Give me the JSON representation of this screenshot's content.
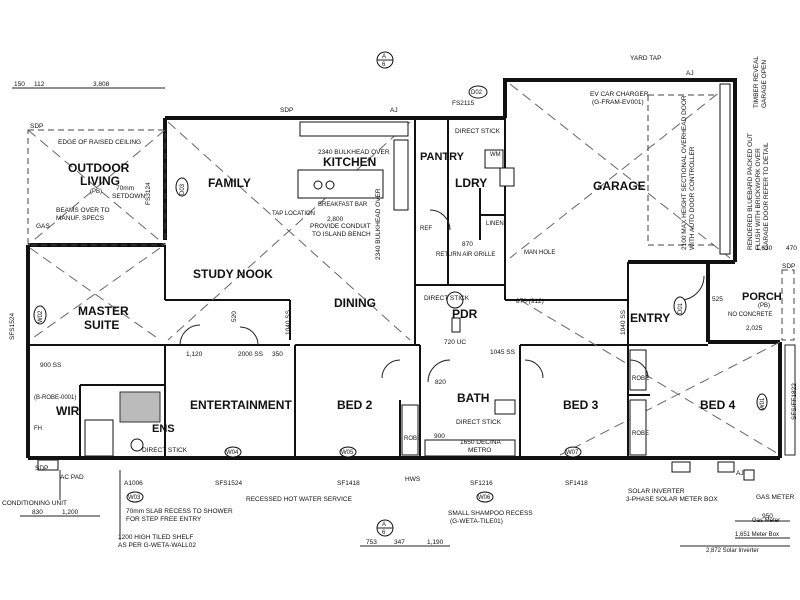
{
  "rooms": {
    "outdoor_living": "OUTDOOR",
    "outdoor_living2": "LIVING",
    "outdoor_pb": "(PB)",
    "family": "FAMILY",
    "kitchen": "KITCHEN",
    "ldry": "LDRY",
    "garage": "GARAGE",
    "study_nook": "STUDY NOOK",
    "dining": "DINING",
    "master_suite": "MASTER",
    "master_suite2": "SUITE",
    "entertainment": "ENTERTAINMENT",
    "bed2": "BED 2",
    "bath": "BATH",
    "bed3": "BED 3",
    "bed4": "BED 4",
    "wir": "WIR",
    "ens": "ENS",
    "pdr": "PDR",
    "entry": "ENTRY",
    "porch": "PORCH",
    "porch_pb": "(PB)",
    "pantry": "PANTRY",
    "linen": "LINEN",
    "robe": "ROBE",
    "ref": "REF",
    "wm": "WM"
  },
  "notes": {
    "yard_tap": "YARD TAP",
    "ev_charger": "EV CAR CHARGER",
    "ev_charger_code": "(G-FRAM-EV001)",
    "bulkhead_kitchen": "2340 BULKHEAD OVER",
    "bulkhead_kitchen2": "KITCHEN",
    "edge_raised": "EDGE OF RAISED CEILING",
    "setdown": "70mm",
    "setdown2": "SETDOWN",
    "beams": "BEAMS OVER TO",
    "beams2": "MANUF. SPECS",
    "gas": "GAS",
    "direct_stick": "DIRECT STICK",
    "breakfast_bar": "BREAKFAST BAR",
    "tap_location": "TAP LOCATION",
    "conduit": "PROVIDE CONDUIT",
    "conduit2": "TO ISLAND BENCH",
    "bulkhead_dining": "2340 BULKHEAD OVER",
    "man_hole": "MAN HOLE",
    "return_air": "RETURN AIR GRILLE",
    "no_concrete": "NO CONCRETE",
    "garage_door": "2100 MAX HEIGHT SECTIONAL OVERHEAD DOOR",
    "garage_door2": "WITH AUTO DOOR CONTROLLER",
    "timber_reveal": "TIMBER REVEAL",
    "timber_reveal2": "GARAGE OPEN",
    "bluebars": "RENDERED BLUEBARD PACKED OUT",
    "bluebars2": "FLUSH WITH BRICKWORK OVER",
    "bluebars3": "GARAGE DOOR REFER TO DETAIL",
    "ac_pad": "AC PAD",
    "conditioning_unit": "CONDITIONING UNIT",
    "hws": "HWS",
    "slab_recess": "70mm SLAB RECESS TO SHOWER",
    "slab_recess2": "FOR STEP FREE ENTRY",
    "tiled_shelf": "1200 HIGH TILED SHELF",
    "tiled_shelf2": "AS PER G-WETA-WALL02",
    "hot_water": "RECESSED HOT WATER SERVICE",
    "shampoo": "SMALL SHAMPOO RECESS",
    "shampoo2": "(G-WETA-TILE01)",
    "solar_inverter": "SOLAR INVERTER",
    "solar_meter": "3-PHASE SOLAR METER BOX",
    "gas_meter": "GAS METER",
    "gas_meter_label": "Gas Meter",
    "meter_box": "1,651 Meter Box",
    "solar_inv_dim": "2,872 Solar Inverter",
    "decina": "1650 DECINA",
    "decina2": "METRO",
    "robe_code": "(B-ROBE-0001)",
    "fh": "FH"
  },
  "dims": {
    "d150": "150",
    "d112": "112",
    "d3808": "3,808",
    "d2800": "2,800",
    "d1630": "1,630",
    "d470": "470",
    "d525": "525",
    "d2025": "2,025",
    "d830": "830",
    "d1200": "1,200",
    "d753": "753",
    "d347": "347",
    "d1190": "1,190",
    "d950": "950",
    "d870": "870",
    "d900ss": "900 SS",
    "d1120": "1,120",
    "d2000ss": "2000 SS",
    "d350": "350",
    "d820": "820",
    "d720uc": "720 UC",
    "d1045ss": "1045 SS",
    "d1040ss": "1040 SS",
    "d1040ss2": "1040 SS",
    "d870_912": "870 (912)",
    "d900": "900",
    "d520": "520"
  },
  "codes": {
    "sdp": "SDP",
    "aj": "AJ",
    "fs2115": "FS2115",
    "fs3124": "FS3124",
    "sfs1524": "SFS1524",
    "sfs1524b": "SFS1524",
    "sf1418": "SF1418",
    "sf1216": "SF1216",
    "sf1418b": "SF1418",
    "sfsff1822": "SFS/FF1822",
    "a1006": "A1006",
    "d01": "D01",
    "d02": "D02",
    "d03": "D03",
    "w02": "W02",
    "w03": "W03",
    "w04": "W04",
    "w05": "W05",
    "w06": "W06",
    "w07": "W07",
    "w01": "W01",
    "section_a": "A",
    "section_6": "6"
  }
}
